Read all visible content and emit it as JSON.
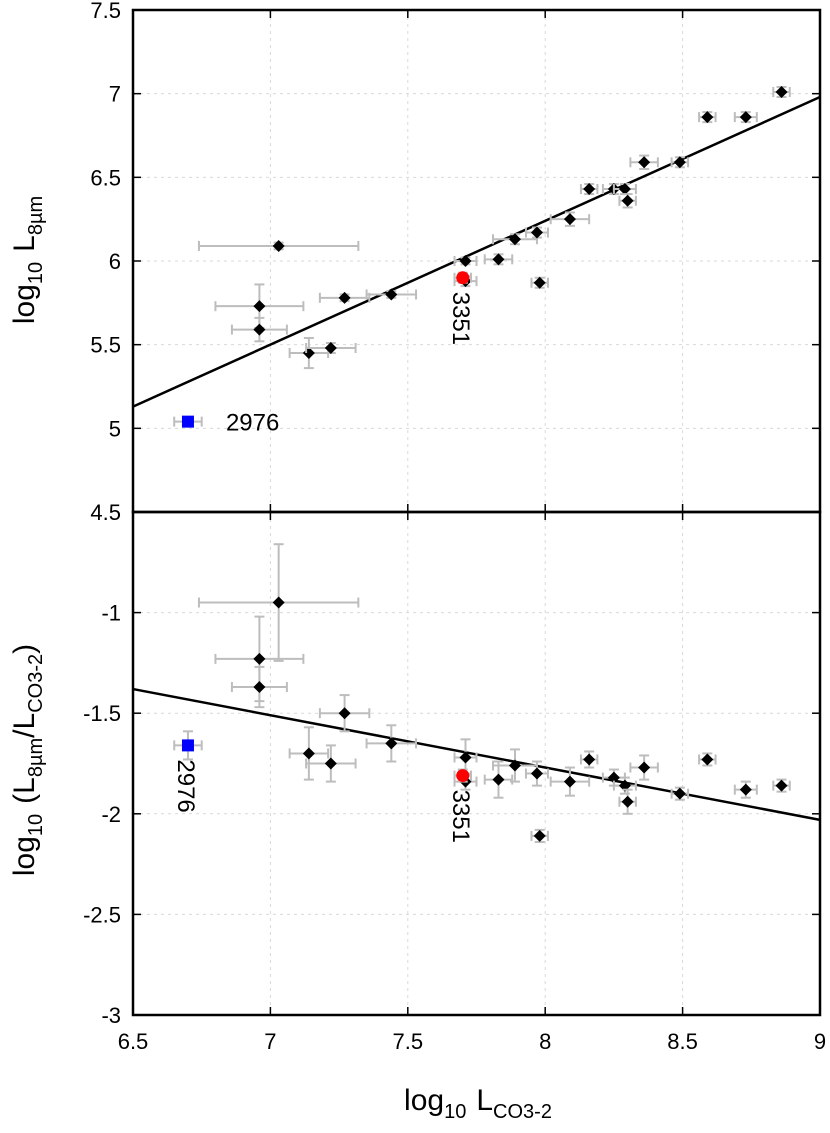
{
  "chart_data": [
    {
      "type": "scatter",
      "panel": "top",
      "ylabel": {
        "main": "log",
        "sub1": "10",
        "main2": "L",
        "sub2": "8µm"
      },
      "xlim": [
        6.5,
        9
      ],
      "ylim": [
        4.5,
        7.5
      ],
      "yticks": [
        "4.5",
        "5",
        "5.5",
        "6",
        "6.5",
        "7",
        "7.5"
      ],
      "grid": true,
      "fit_line": {
        "x": [
          6.5,
          9
        ],
        "y": [
          5.13,
          6.98
        ]
      },
      "series": [
        {
          "marker": "diamond",
          "color": "#000000",
          "points": [
            {
              "x": 7.03,
              "y": 6.09,
              "xerr": 0.29,
              "yerr": 0.02
            },
            {
              "x": 6.96,
              "y": 5.73,
              "xerr": 0.16,
              "yerr": 0.13
            },
            {
              "x": 6.96,
              "y": 5.59,
              "xerr": 0.1,
              "yerr": 0.07
            },
            {
              "x": 7.14,
              "y": 5.45,
              "xerr": 0.07,
              "yerr": 0.09
            },
            {
              "x": 7.22,
              "y": 5.48,
              "xerr": 0.09,
              "yerr": 0.03
            },
            {
              "x": 7.27,
              "y": 5.78,
              "xerr": 0.09,
              "yerr": 0.02
            },
            {
              "x": 7.44,
              "y": 5.8,
              "xerr": 0.09,
              "yerr": 0.02
            },
            {
              "x": 7.71,
              "y": 6.0,
              "xerr": 0.04,
              "yerr": 0.02
            },
            {
              "x": 7.71,
              "y": 5.88,
              "xerr": 0.04,
              "yerr": 0.03
            },
            {
              "x": 7.83,
              "y": 6.01,
              "xerr": 0.05,
              "yerr": 0.03
            },
            {
              "x": 7.89,
              "y": 6.13,
              "xerr": 0.08,
              "yerr": 0.03
            },
            {
              "x": 7.97,
              "y": 6.17,
              "xerr": 0.04,
              "yerr": 0.03
            },
            {
              "x": 7.98,
              "y": 5.87,
              "xerr": 0.03,
              "yerr": 0.03
            },
            {
              "x": 8.09,
              "y": 6.25,
              "xerr": 0.07,
              "yerr": 0.04
            },
            {
              "x": 8.16,
              "y": 6.43,
              "xerr": 0.03,
              "yerr": 0.03
            },
            {
              "x": 8.25,
              "y": 6.43,
              "xerr": 0.04,
              "yerr": 0.03
            },
            {
              "x": 8.29,
              "y": 6.43,
              "xerr": 0.04,
              "yerr": 0.03
            },
            {
              "x": 8.3,
              "y": 6.36,
              "xerr": 0.03,
              "yerr": 0.04
            },
            {
              "x": 8.36,
              "y": 6.59,
              "xerr": 0.05,
              "yerr": 0.04
            },
            {
              "x": 8.49,
              "y": 6.59,
              "xerr": 0.03,
              "yerr": 0.03
            },
            {
              "x": 8.59,
              "y": 6.86,
              "xerr": 0.03,
              "yerr": 0.03
            },
            {
              "x": 8.73,
              "y": 6.86,
              "xerr": 0.04,
              "yerr": 0.03
            },
            {
              "x": 8.86,
              "y": 7.01,
              "xerr": 0.03,
              "yerr": 0.03
            }
          ]
        },
        {
          "marker": "square",
          "color": "#0000ff",
          "points": [
            {
              "x": 6.7,
              "y": 5.04,
              "xerr": 0.05,
              "yerr": 0.02,
              "label": "2976"
            }
          ]
        },
        {
          "marker": "circle",
          "color": "#ff0000",
          "points": [
            {
              "x": 7.7,
              "y": 5.9,
              "xerr": 0.03,
              "yerr": 0.03,
              "label": "3351"
            }
          ]
        }
      ]
    },
    {
      "type": "scatter",
      "panel": "bottom",
      "xlabel": {
        "main": "log",
        "sub1": "10",
        "main2": "L",
        "sub2": "CO3-2"
      },
      "ylabel": {
        "main": "log",
        "sub1": "10",
        "main2": "(L",
        "sub2": "8µm",
        "main3": "/L",
        "sub3": "CO3-2",
        "main4": ")"
      },
      "xlim": [
        6.5,
        9
      ],
      "ylim": [
        -3,
        -0.5
      ],
      "xticks": [
        "6.5",
        "7",
        "7.5",
        "8",
        "8.5",
        "9"
      ],
      "yticks": [
        "-3",
        "-2.5",
        "-2",
        "-1.5",
        "-1"
      ],
      "grid": true,
      "fit_line": {
        "x": [
          6.5,
          9
        ],
        "y": [
          -1.38,
          -2.03
        ]
      },
      "series": [
        {
          "marker": "diamond",
          "color": "#000000",
          "points": [
            {
              "x": 7.03,
              "y": -0.95,
              "xerr": 0.29,
              "yerr": 0.29
            },
            {
              "x": 6.96,
              "y": -1.23,
              "xerr": 0.16,
              "yerr": 0.21
            },
            {
              "x": 6.96,
              "y": -1.37,
              "xerr": 0.1,
              "yerr": 0.1
            },
            {
              "x": 7.14,
              "y": -1.7,
              "xerr": 0.07,
              "yerr": 0.13
            },
            {
              "x": 7.22,
              "y": -1.75,
              "xerr": 0.09,
              "yerr": 0.09
            },
            {
              "x": 7.27,
              "y": -1.5,
              "xerr": 0.09,
              "yerr": 0.09
            },
            {
              "x": 7.44,
              "y": -1.65,
              "xerr": 0.09,
              "yerr": 0.09
            },
            {
              "x": 7.71,
              "y": -1.72,
              "xerr": 0.04,
              "yerr": 0.09
            },
            {
              "x": 7.71,
              "y": -1.84,
              "xerr": 0.04,
              "yerr": 0.04
            },
            {
              "x": 7.83,
              "y": -1.83,
              "xerr": 0.05,
              "yerr": 0.09
            },
            {
              "x": 7.89,
              "y": -1.76,
              "xerr": 0.08,
              "yerr": 0.08
            },
            {
              "x": 7.97,
              "y": -1.8,
              "xerr": 0.04,
              "yerr": 0.06
            },
            {
              "x": 7.98,
              "y": -2.11,
              "xerr": 0.03,
              "yerr": 0.03
            },
            {
              "x": 8.09,
              "y": -1.84,
              "xerr": 0.07,
              "yerr": 0.07
            },
            {
              "x": 8.16,
              "y": -1.73,
              "xerr": 0.03,
              "yerr": 0.04
            },
            {
              "x": 8.25,
              "y": -1.82,
              "xerr": 0.04,
              "yerr": 0.04
            },
            {
              "x": 8.29,
              "y": -1.86,
              "xerr": 0.04,
              "yerr": 0.04
            },
            {
              "x": 8.3,
              "y": -1.94,
              "xerr": 0.03,
              "yerr": 0.06
            },
            {
              "x": 8.36,
              "y": -1.77,
              "xerr": 0.05,
              "yerr": 0.06
            },
            {
              "x": 8.49,
              "y": -1.9,
              "xerr": 0.03,
              "yerr": 0.03
            },
            {
              "x": 8.59,
              "y": -1.73,
              "xerr": 0.03,
              "yerr": 0.03
            },
            {
              "x": 8.73,
              "y": -1.88,
              "xerr": 0.04,
              "yerr": 0.04
            },
            {
              "x": 8.86,
              "y": -1.86,
              "xerr": 0.03,
              "yerr": 0.03
            }
          ]
        },
        {
          "marker": "square",
          "color": "#0000ff",
          "points": [
            {
              "x": 6.7,
              "y": -1.66,
              "xerr": 0.05,
              "yerr": 0.07,
              "label": "2976"
            }
          ]
        },
        {
          "marker": "circle",
          "color": "#ff0000",
          "points": [
            {
              "x": 7.7,
              "y": -1.81,
              "xerr": 0.03,
              "yerr": 0.03,
              "label": "3351"
            }
          ]
        }
      ]
    }
  ]
}
